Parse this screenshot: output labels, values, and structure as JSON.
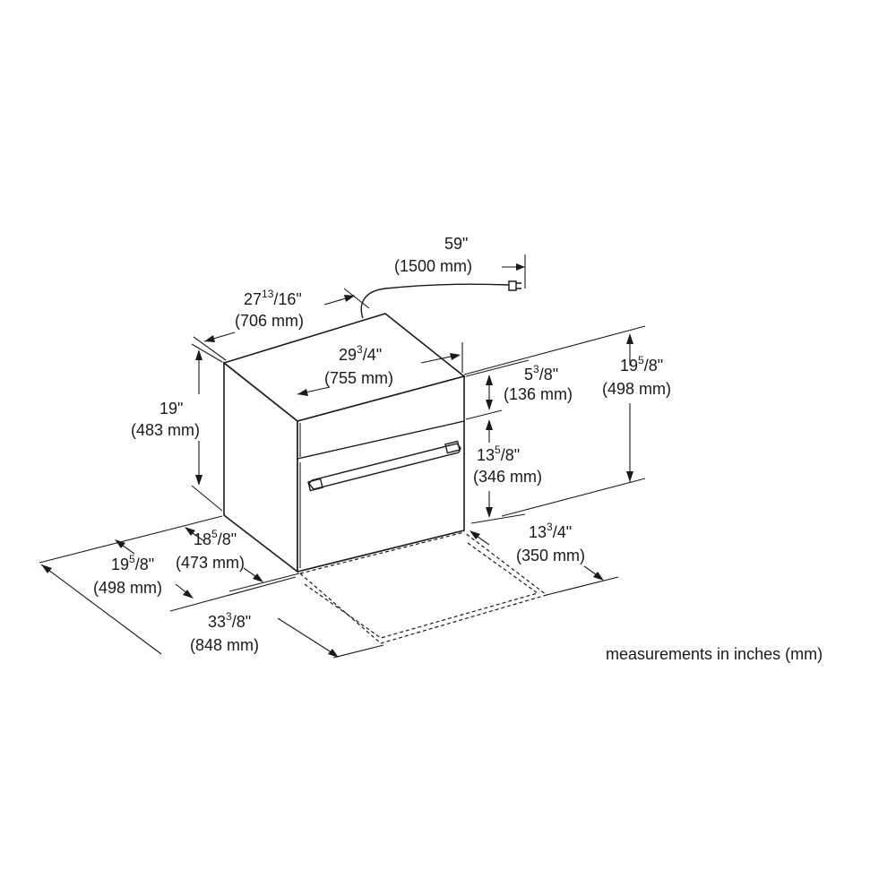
{
  "note": "measurements in inches (mm)",
  "dims": {
    "cord": {
      "in": "59\"",
      "mm": "(1500 mm)"
    },
    "depth_top": {
      "whole": "27",
      "sup": "13",
      "sub": "/16\"",
      "mm": "(706 mm)"
    },
    "width_top": {
      "whole": "29",
      "sup": "3",
      "sub": "/4\"",
      "mm": "(755 mm)"
    },
    "height": {
      "in": "19\"",
      "mm": "(483 mm)"
    },
    "panel": {
      "whole": "5",
      "sup": "3",
      "sub": "/8\"",
      "mm": "(136 mm)"
    },
    "height_full": {
      "whole": "19",
      "sup": "5",
      "sub": "/8\"",
      "mm": "(498 mm)"
    },
    "door": {
      "whole": "13",
      "sup": "5",
      "sub": "/8\"",
      "mm": "(346 mm)"
    },
    "side_depth": {
      "whole": "18",
      "sup": "5",
      "sub": "/8\"",
      "mm": "(473 mm)"
    },
    "left_depth": {
      "whole": "19",
      "sup": "5",
      "sub": "/8\"",
      "mm": "(498 mm)"
    },
    "open_door": {
      "whole": "13",
      "sup": "3",
      "sub": "/4\"",
      "mm": "(350 mm)"
    },
    "total_depth": {
      "whole": "33",
      "sup": "3",
      "sub": "/8\"",
      "mm": "(848 mm)"
    }
  }
}
